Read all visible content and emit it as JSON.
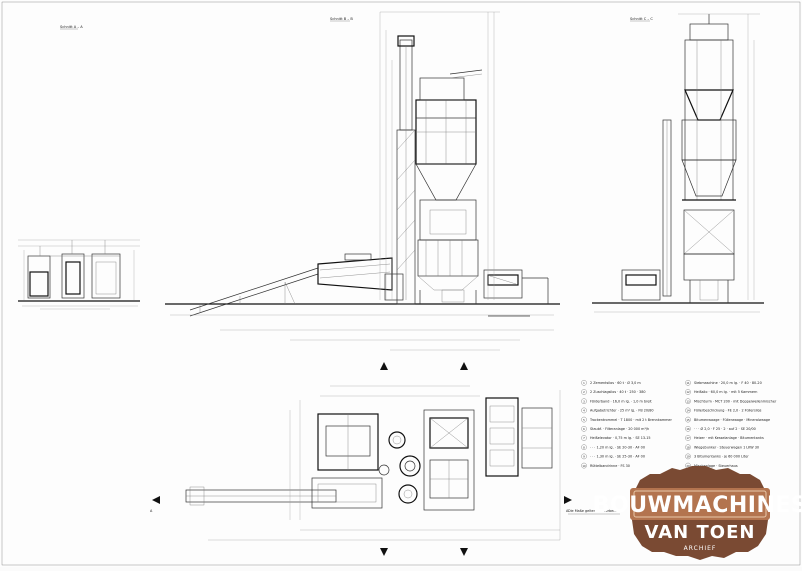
{
  "sections": {
    "section_aa": "Schnitt A – A",
    "section_bb": "Schnitt B – B",
    "section_cc": "Schnitt C – C"
  },
  "plan_caption": "Die Maße gelten mit Vorbehalt",
  "legend": {
    "left": [
      {
        "num": "1",
        "text": "2 Zementsilos · 60 t · Ø 3,0 m"
      },
      {
        "num": "2",
        "text": "2 Zuschlagsilos · 40 t · 250 · 380"
      },
      {
        "num": "3",
        "text": "Förderband · 16,0 m lg. · 1,0 m breit"
      },
      {
        "num": "4",
        "text": "Aufgabetrichter · 25 m³ lg. · FB 20/80"
      },
      {
        "num": "5",
        "text": "Trockentrommel · T 1800 · mit 2 t Brennkammer"
      },
      {
        "num": "6",
        "text": "Staubf. · Filteranlage · 20 000 m³/h"
      },
      {
        "num": "7",
        "text": "Heißelevator · 0,75 m lg. · SE 13-15"
      },
      {
        "num": "8",
        "text": "· · · 1,20 m lg. · SE 20-30 · AF 00"
      },
      {
        "num": "9",
        "text": "· · · 1,30 m lg. · SE 25-30 · AF 00"
      },
      {
        "num": "10",
        "text": "Rüttelbandrinne · FS 30"
      }
    ],
    "right": [
      {
        "num": "11",
        "text": "Siebmaschine · 20,0 m lg. · F 40 · 80-20"
      },
      {
        "num": "12",
        "text": "Heißsilo · 60,0 m lg. · mit 5 Kammern"
      },
      {
        "num": "13",
        "text": "Mischturm · MCT 200 · mit Doppelwellenmischer"
      },
      {
        "num": "14",
        "text": "Füllerbeschickung · FE 2,0 · 2 Füllersilos"
      },
      {
        "num": "15",
        "text": "Bitumenwaage · Füllerwaage · Mineralwaage"
      },
      {
        "num": "16",
        "text": "· · · Ø 2,0 · F 25 · 2 · auf 2 · SE 20/00"
      },
      {
        "num": "17",
        "text": "Heizer · mit Kesselanlage · Bitumentanks"
      },
      {
        "num": "18",
        "text": "Wiegebunker · Steuerwagen 1 LKW 30"
      },
      {
        "num": "19",
        "text": "3 Bitumentanks · je 60 000 Liter"
      },
      {
        "num": "20",
        "text": "Mischanlage · Steuerhaus"
      }
    ]
  },
  "logo": {
    "line1": "BOUWMACHINES",
    "line2": "VAN TOEN",
    "tag": "ARCHIEF",
    "colors": {
      "outer": "#7a4a33",
      "inner": "#b3744f",
      "ring": "#9a5f40"
    }
  }
}
